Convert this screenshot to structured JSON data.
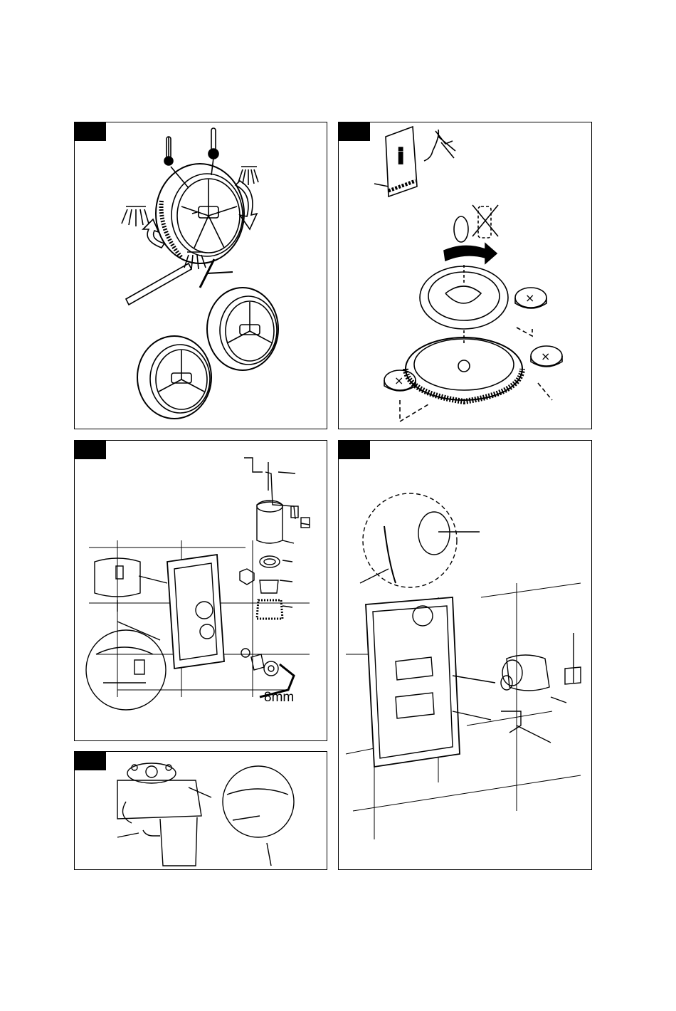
{
  "panels": {
    "remote": {
      "name": "panel-remote-controls"
    },
    "battery": {
      "name": "panel-battery-replacement",
      "info_glyph": "i",
      "cross_glyph": "×"
    },
    "installation": {
      "name": "panel-thermostat-installation",
      "tool_size": "8mm"
    },
    "cartridge": {
      "name": "panel-cartridge-detail"
    },
    "concealed_box": {
      "name": "panel-concealed-box"
    }
  },
  "icons": [
    "thermometer-icon",
    "shower-head-icon",
    "rotate-arrow-icon",
    "info-book-icon",
    "eye-icon",
    "coin-battery-icon",
    "hex-key-icon"
  ],
  "colors": {
    "line": "#000000",
    "background": "#ffffff"
  }
}
